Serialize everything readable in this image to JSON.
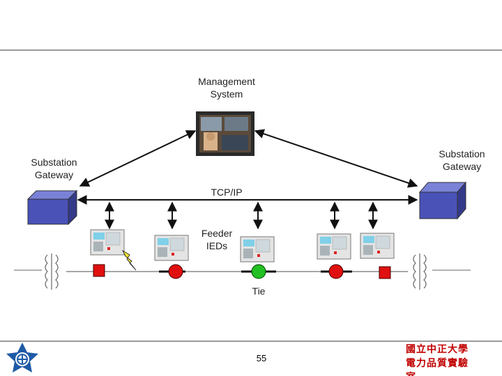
{
  "diagram": {
    "management_label": [
      "Management",
      "System"
    ],
    "gateway_left_label": [
      "Substation",
      "Gateway"
    ],
    "gateway_right_label": [
      "Substation",
      "Gateway"
    ],
    "network_label": "TCP/IP",
    "ieds_label": [
      "Feeder",
      "IEDs"
    ],
    "tie_label": "Tie"
  },
  "colors": {
    "gateway": "#4a52b8",
    "breaker_red": "#e01010",
    "breaker_green": "#22c022",
    "fault": "#f2e22a",
    "ied_screen": "#7fd0e8",
    "footer_text": "#c00000"
  },
  "footer": {
    "page_number": "55",
    "org_lines": [
      "國立中正大學",
      "電力品質實驗",
      "室"
    ]
  }
}
